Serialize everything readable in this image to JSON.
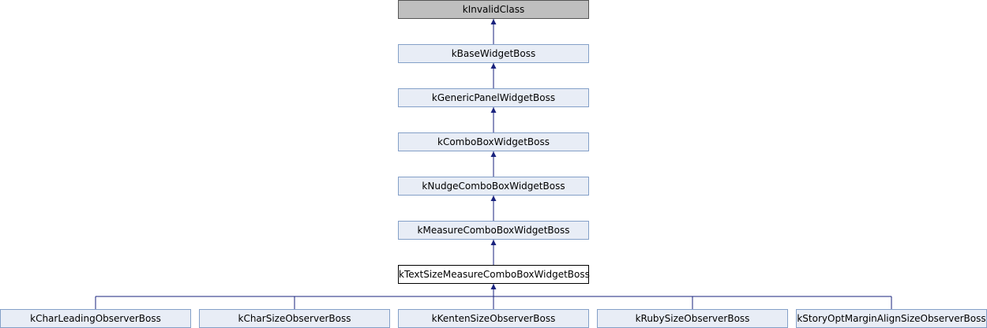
{
  "nodes": {
    "invalid": "kInvalidClass",
    "base": "kBaseWidgetBoss",
    "generic": "kGenericPanelWidgetBoss",
    "combo": "kComboBoxWidgetBoss",
    "nudge": "kNudgeComboBoxWidgetBoss",
    "measure": "kMeasureComboBoxWidgetBoss",
    "textsize": "kTextSizeMeasureComboBoxWidgetBoss",
    "charleading": "kCharLeadingObserverBoss",
    "charsize": "kCharSizeObserverBoss",
    "kenten": "kKentenSizeObserverBoss",
    "ruby": "kRubySizeObserverBoss",
    "storyopt": "kStoryOptMarginAlignSizeObserverBoss"
  },
  "colors": {
    "node_fill": "#e8edf6",
    "node_border": "#84a0c8",
    "root_fill": "#bfbfbf",
    "focus_fill": "#ffffff",
    "edge": "#1a237e"
  }
}
